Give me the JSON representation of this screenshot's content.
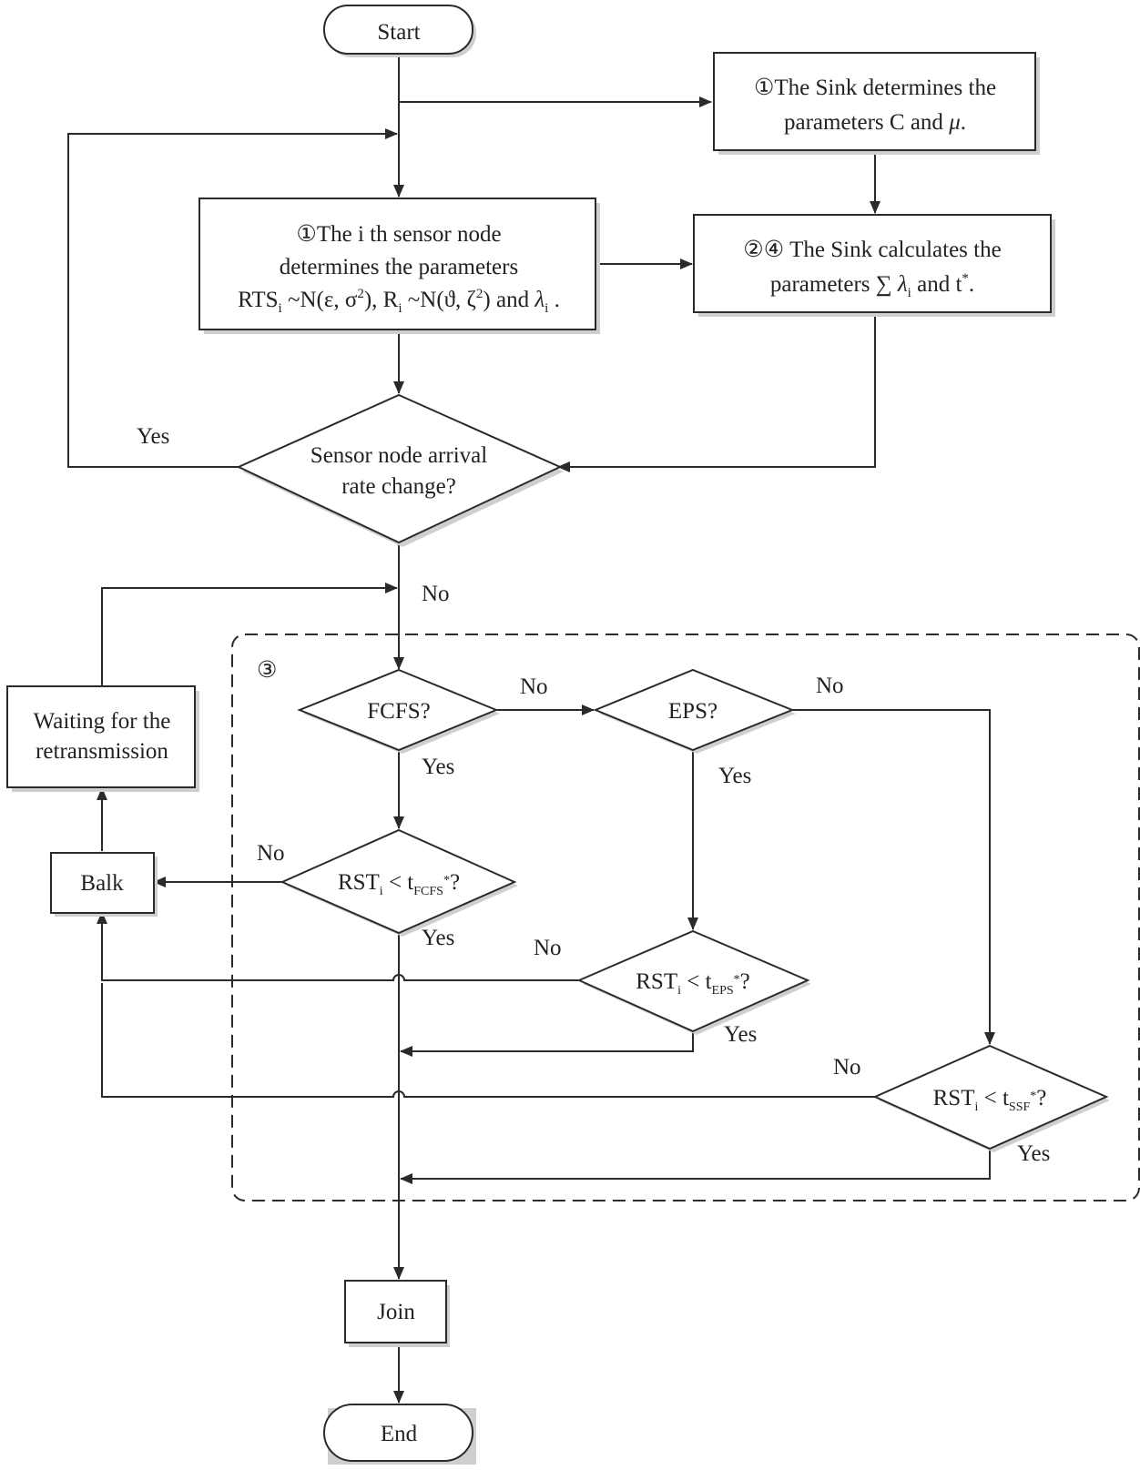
{
  "nodes": {
    "start": "Start",
    "sink_params": {
      "marker": "①",
      "line1": "The Sink determines the",
      "line2_pre": "parameters C and ",
      "line2_mu": "μ",
      "line2_post": "."
    },
    "sensor_params": {
      "marker": "①",
      "line1": "The i th sensor node",
      "line2": "determines the parameters",
      "rts": "RTS",
      "sub_i": "i",
      "dist1": " ~N(ε, σ",
      "sup2": "2",
      "close1": "),  R",
      "dist2": " ~N(ϑ, ζ",
      "close2": ") and ",
      "lambda": "λ",
      "end": " ."
    },
    "sink_calc": {
      "marker": "②④",
      "line1": "The Sink calculates the",
      "line2_pre": "parameters ∑ ",
      "lambda": "λ",
      "sub_i": "i",
      "and_t": " and t",
      "sup_star": "*",
      "end": "."
    },
    "arrival_change": {
      "line1": "Sensor node  arrival",
      "line2": "rate change?"
    },
    "region_marker": "③",
    "fcfs": "FCFS?",
    "eps": "EPS?",
    "rst_fcfs": {
      "rst": "RST",
      "sub_i": "i",
      "lt": " < t",
      "sub": "FCFS",
      "sup": "*",
      "q": "?"
    },
    "rst_eps": {
      "rst": "RST",
      "sub_i": "i",
      "lt": " < t",
      "sub": "EPS",
      "sup": "*",
      "q": "?"
    },
    "rst_ssf": {
      "rst": "RST",
      "sub_i": "i",
      "lt": " < t",
      "sub": "SSF",
      "sup": "*",
      "q": "?"
    },
    "balk": "Balk",
    "waiting": {
      "line1": "Waiting for the",
      "line2": "retransmission"
    },
    "join": "Join",
    "end": "End"
  },
  "edge_labels": {
    "yes_arrival": "Yes",
    "no_arrival": "No",
    "no_fcfs": "No",
    "yes_fcfs": "Yes",
    "no_eps": "No",
    "yes_eps": "Yes",
    "no_rst_fcfs": "No",
    "yes_rst_fcfs": "Yes",
    "no_rst_eps": "No",
    "yes_rst_eps": "Yes",
    "no_rst_ssf": "No",
    "yes_rst_ssf": "Yes"
  }
}
